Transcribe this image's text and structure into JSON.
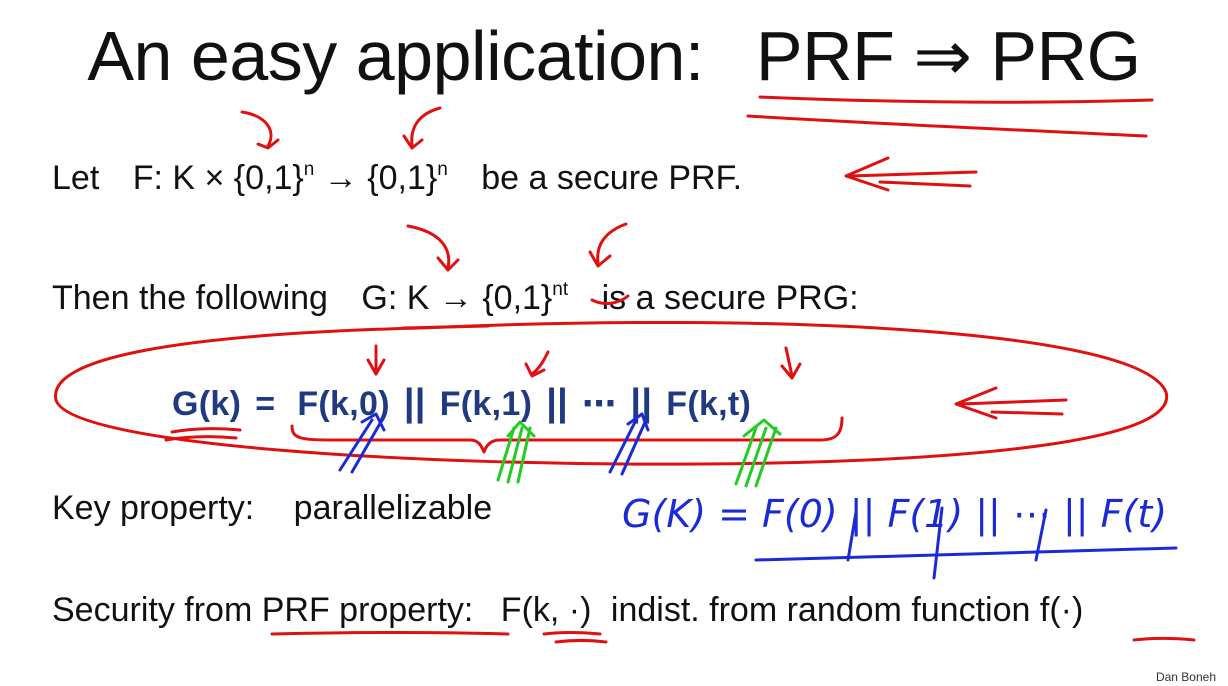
{
  "slide": {
    "title_left": "An easy application:",
    "title_right": "PRF ⇒ PRG",
    "let_line": {
      "prefix": "Let",
      "func_start": "F: K × {0,1}",
      "sup1": "n",
      "arrow_part": " → {0,1}",
      "sup2": "n",
      "suffix": "be  a secure PRF."
    },
    "then_line": {
      "prefix": "Then the following",
      "func_start": "G: K → {0,1}",
      "sup": "nt",
      "suffix": "is a secure PRG:"
    },
    "formula": {
      "lhs": "G(k)",
      "eq": "=",
      "t0": "F(k,0)",
      "t1": "F(k,1)",
      "dots": "⋯",
      "tt": "F(k,t)",
      "sep": "||"
    },
    "key_property": {
      "label": "Key property:",
      "value": "parallelizable"
    },
    "security_line": {
      "start": "Security from PRF property:",
      "fk": "F(k, ·)",
      "middle": "indist. from random function",
      "f": "f(·)"
    },
    "handwritten_note": "G(K) = F(0) || F(1) || ⋯ || F(t)",
    "credit": "Dan Boneh"
  },
  "colors": {
    "annotation_red": "#e01010",
    "annotation_blue": "#1a2bd6",
    "annotation_green": "#22cc22",
    "formula_navy": "#1f3a80"
  }
}
